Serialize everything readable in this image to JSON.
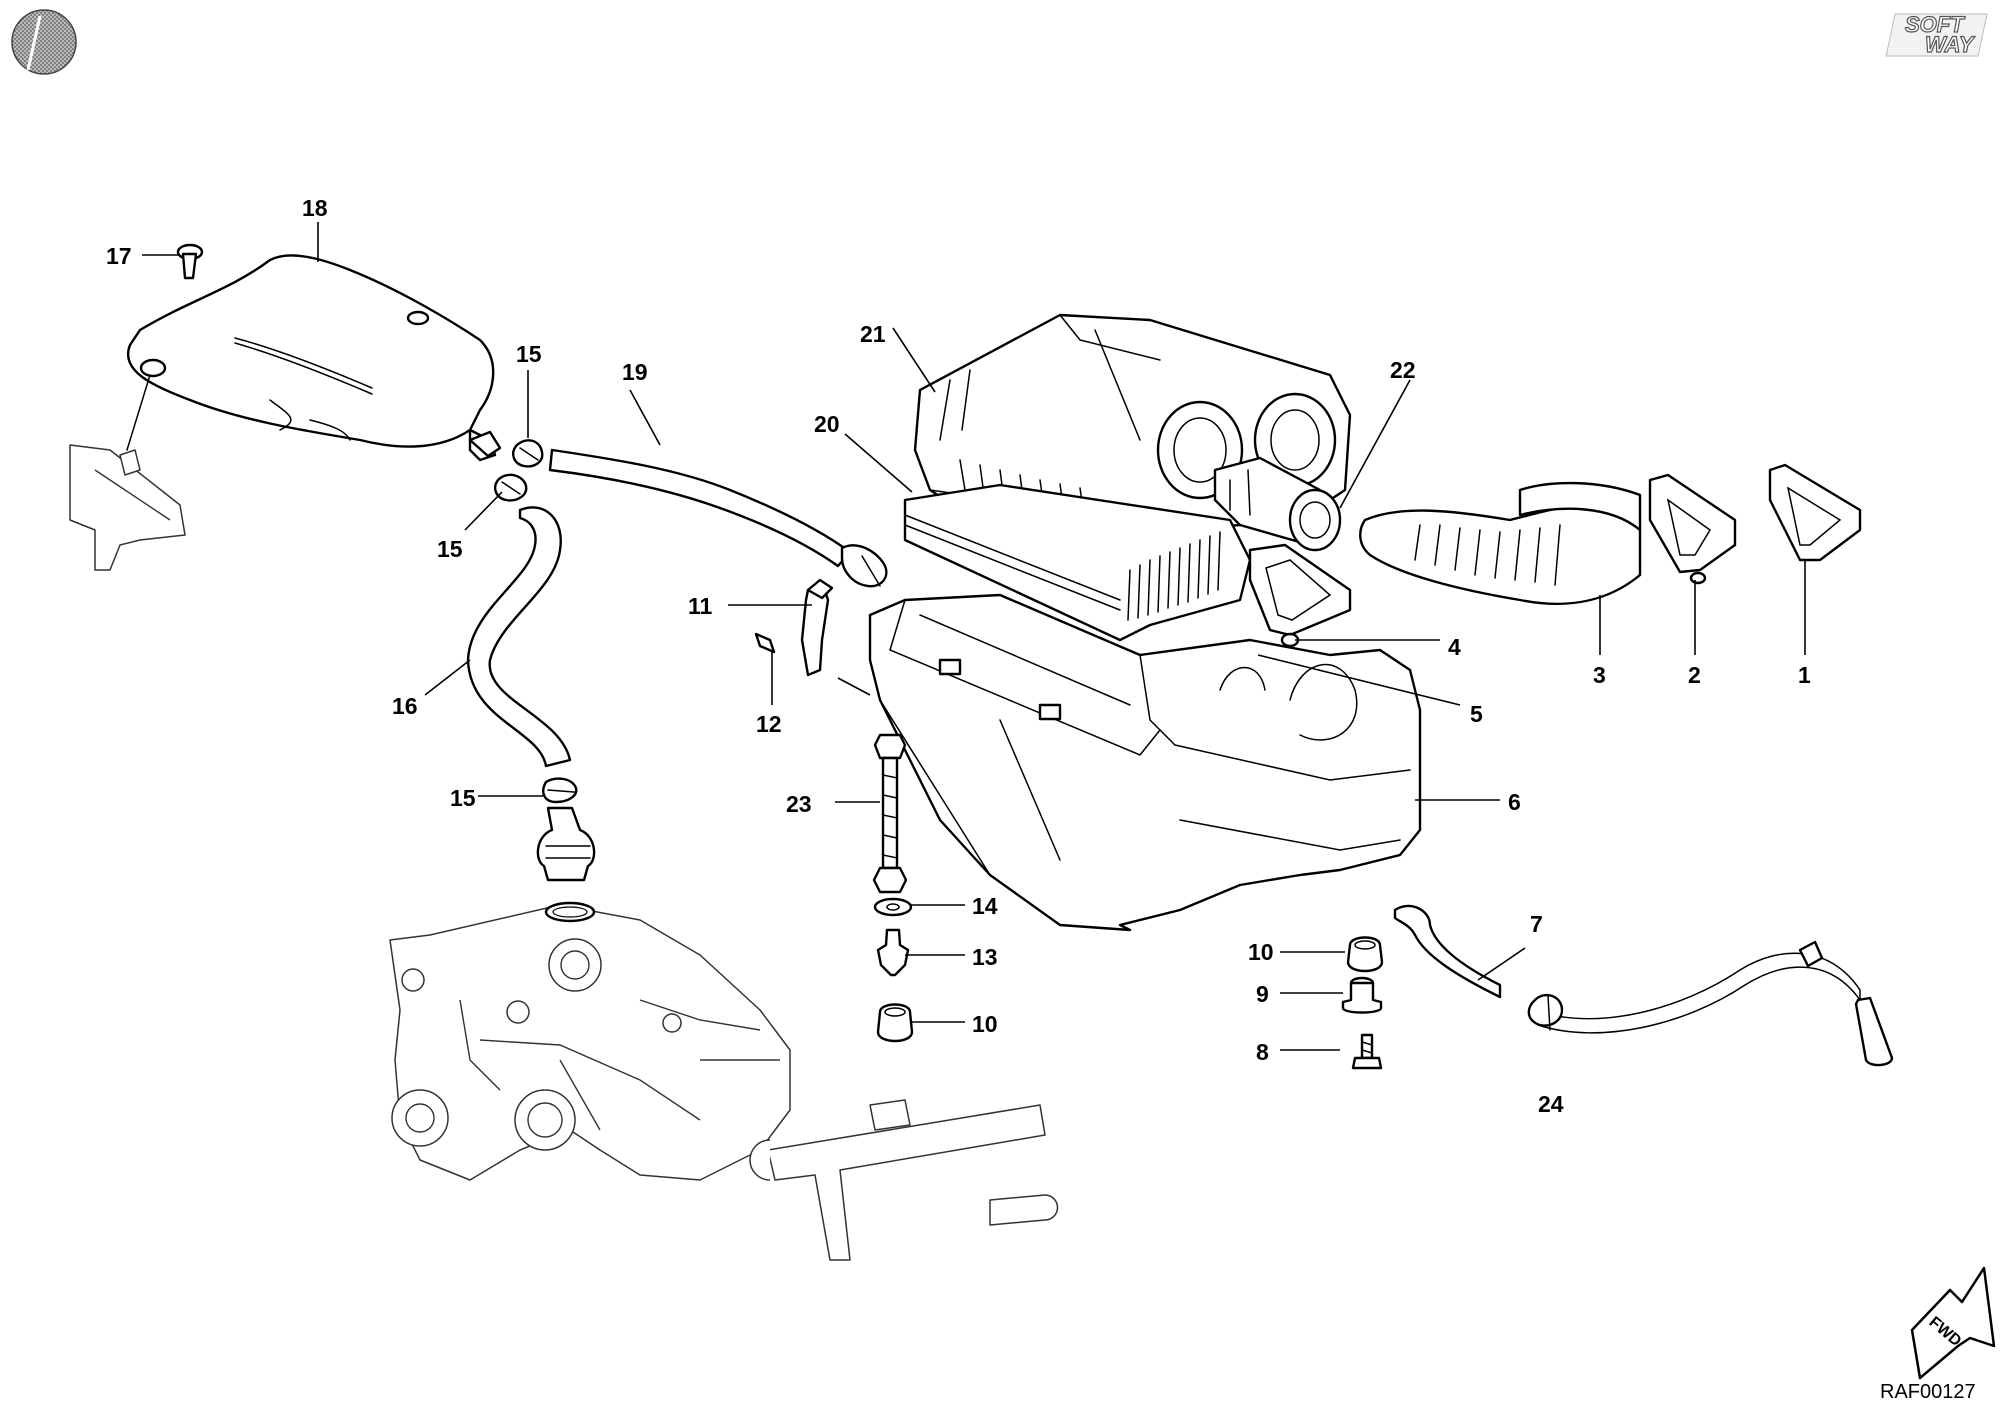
{
  "branding": {
    "logo_line1": "SOFT",
    "logo_line2": "WAY",
    "drawing_code": "RAF00127",
    "direction_label": "FWD"
  },
  "callouts": [
    {
      "id": "c1",
      "label": "1"
    },
    {
      "id": "c2",
      "label": "2"
    },
    {
      "id": "c3",
      "label": "3"
    },
    {
      "id": "c4",
      "label": "4"
    },
    {
      "id": "c5",
      "label": "5"
    },
    {
      "id": "c6",
      "label": "6"
    },
    {
      "id": "c7",
      "label": "7"
    },
    {
      "id": "c8",
      "label": "8"
    },
    {
      "id": "c9",
      "label": "9"
    },
    {
      "id": "c10a",
      "label": "10"
    },
    {
      "id": "c10b",
      "label": "10"
    },
    {
      "id": "c11",
      "label": "11"
    },
    {
      "id": "c12",
      "label": "12"
    },
    {
      "id": "c13",
      "label": "13"
    },
    {
      "id": "c14",
      "label": "14"
    },
    {
      "id": "c15a",
      "label": "15"
    },
    {
      "id": "c15b",
      "label": "15"
    },
    {
      "id": "c15c",
      "label": "15"
    },
    {
      "id": "c16",
      "label": "16"
    },
    {
      "id": "c17",
      "label": "17"
    },
    {
      "id": "c18",
      "label": "18"
    },
    {
      "id": "c19",
      "label": "19"
    },
    {
      "id": "c20",
      "label": "20"
    },
    {
      "id": "c21",
      "label": "21"
    },
    {
      "id": "c22",
      "label": "22"
    },
    {
      "id": "c23",
      "label": "23"
    },
    {
      "id": "c24",
      "label": "24"
    }
  ]
}
